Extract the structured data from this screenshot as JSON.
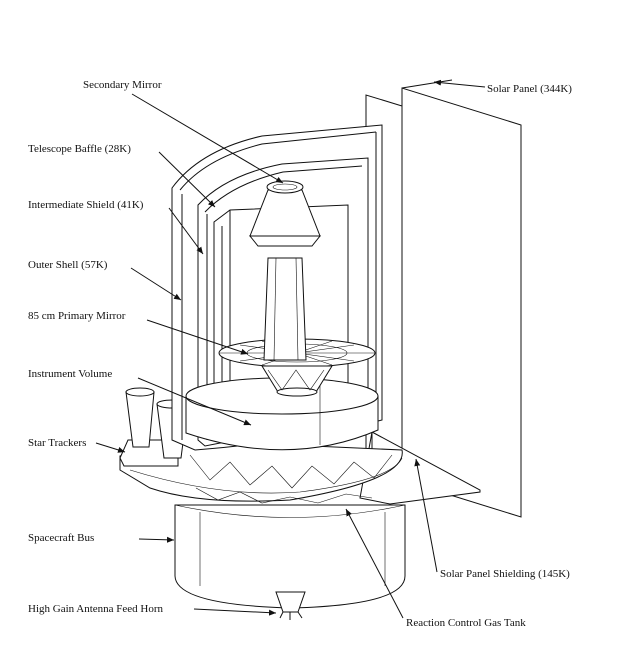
{
  "labels": {
    "secondary_mirror": "Secondary Mirror",
    "telescope_baffle": "Telescope Baffle (28K)",
    "intermediate_shield": "Intermediate Shield (41K)",
    "outer_shell": "Outer Shell (57K)",
    "primary_mirror": "85 cm Primary Mirror",
    "instrument_volume": "Instrument Volume",
    "star_trackers": "Star Trackers",
    "spacecraft_bus": "Spacecraft Bus",
    "high_gain_antenna": "High Gain Antenna Feed Horn",
    "solar_panel": "Solar Panel (344K)",
    "solar_panel_shielding": "Solar Panel Shielding (145K)",
    "reaction_control": "Reaction Control Gas Tank"
  }
}
